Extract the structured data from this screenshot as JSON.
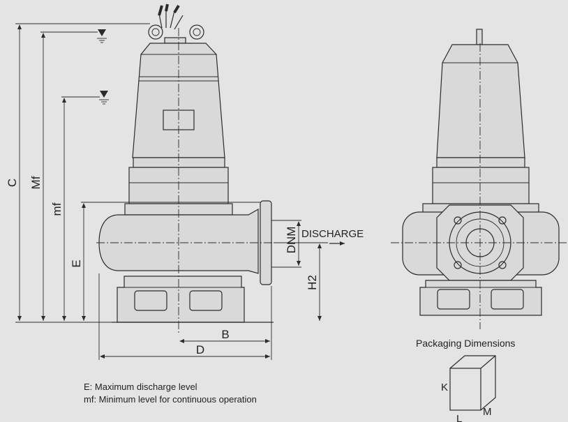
{
  "dimension_labels": {
    "C": "C",
    "Mf": "Mf",
    "mf": "mf",
    "E": "E",
    "DNM": "DNM",
    "H2": "H2",
    "B": "B",
    "D": "D"
  },
  "discharge_label": "DISCHARGE",
  "packaging": {
    "title": "Packaging Dimensions",
    "K": "K",
    "L": "L",
    "M": "M"
  },
  "legend": {
    "line1": "E: Maximum discharge level",
    "line2": "mf: Minimum level for continuous operation"
  },
  "colors": {
    "background": "#e4e4e4",
    "line": "#2b2b2b",
    "part_fill": "#d9d9d9"
  }
}
